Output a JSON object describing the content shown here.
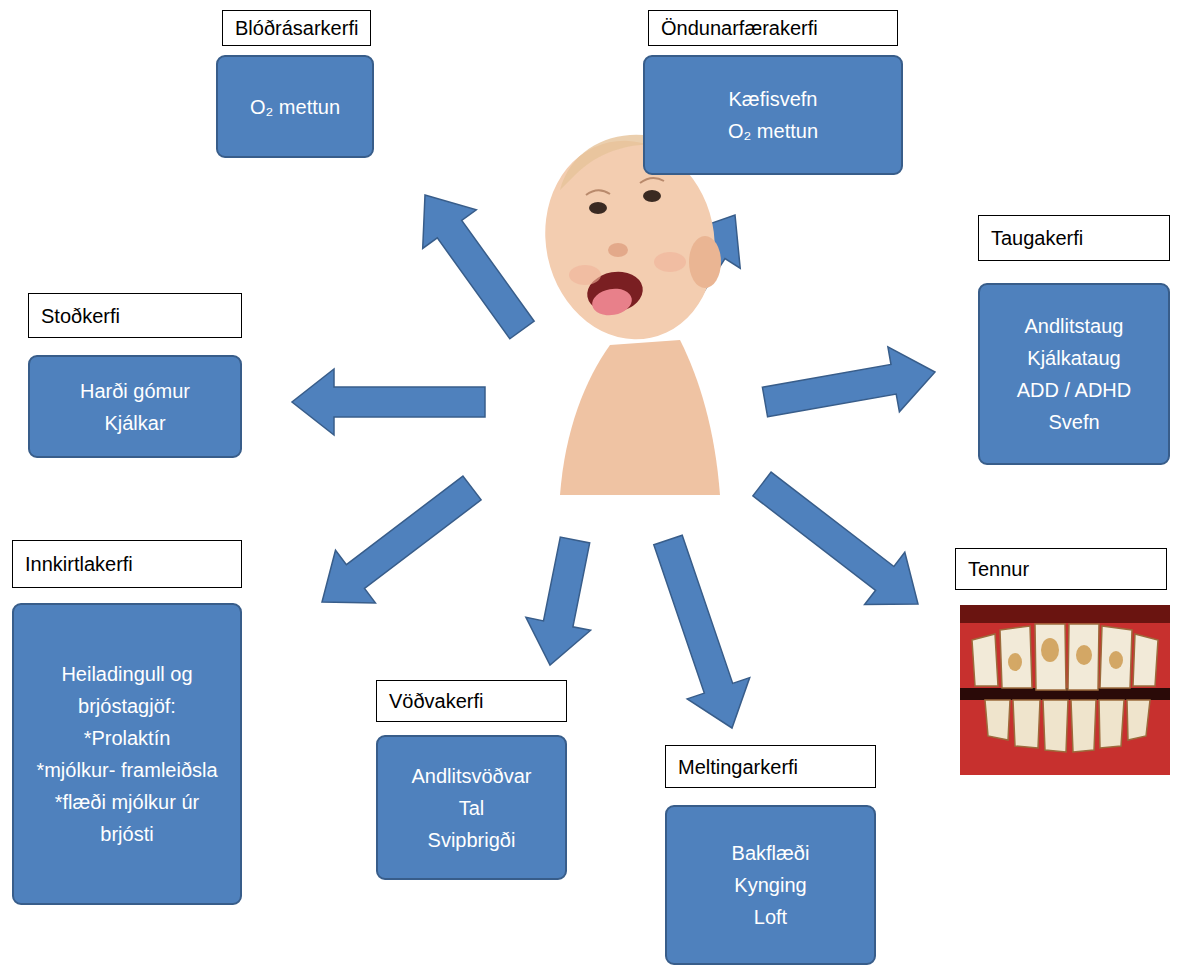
{
  "diagram": {
    "nodes": [
      {
        "text": [
          "Blóðrásarkerfi"
        ]
      },
      {
        "text": [
          "O₂ mettun"
        ]
      },
      {
        "text": [
          "Öndunarfærakerfi"
        ]
      },
      {
        "text": [
          "Kæfisvefn",
          "O₂ mettun"
        ]
      },
      {
        "text": [
          "Taugakerfi"
        ]
      },
      {
        "text": [
          "Andlitstaug",
          "Kjálkataug",
          "ADD / ADHD",
          "Svefn"
        ]
      },
      {
        "text": [
          "Stoðkerfi"
        ]
      },
      {
        "text": [
          "Harði gómur",
          "Kjálkar"
        ]
      },
      {
        "text": [
          "Innkirtlakerfi"
        ]
      },
      {
        "text": [
          "Heiladingull og brjóstagjöf:",
          "*Prolaktín",
          "*mjólkur- framleiðsla",
          "*flæði mjólkur úr brjósti"
        ]
      },
      {
        "text": [
          "Tennur"
        ]
      },
      {
        "text": [
          "Vöðvakerfi"
        ]
      },
      {
        "text": [
          "Andlitsvöðvar",
          "Tal",
          "Svipbrigði"
        ]
      },
      {
        "text": [
          "Meltingarkerfi"
        ]
      },
      {
        "text": [
          "Bakflæði",
          "Kynging",
          "Loft"
        ]
      }
    ]
  }
}
